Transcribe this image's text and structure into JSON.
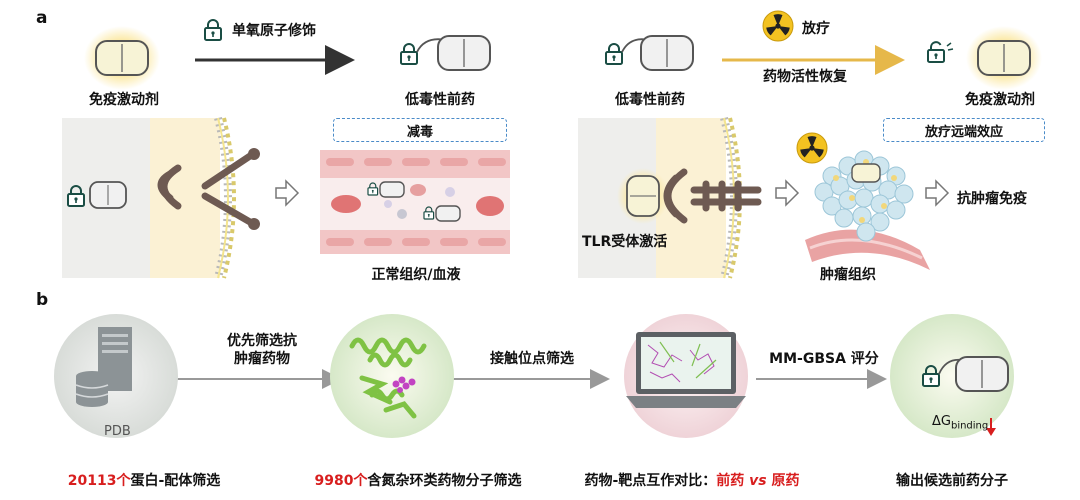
{
  "panels": {
    "a": "a",
    "b": "b"
  },
  "panel_a": {
    "agonist_label_left": "免疫激动剂",
    "step1_label": "单氧原子修饰",
    "prodrug_label_left": "低毒性前药",
    "prodrug_label_right": "低毒性前药",
    "step2_label_top": "放疗",
    "step2_label_bottom": "药物活性恢复",
    "agonist_label_right": "免疫激动剂",
    "box_detox": "减毒",
    "tissue_label": "正常组织/血液",
    "box_abscopal": "放疗远端效应",
    "tlr_label": "TLR受体激活",
    "tumor_label": "肿瘤组织",
    "immune_label": "抗肿瘤免疫"
  },
  "panel_b": {
    "pdb_label": "PDB",
    "arrow1_label_line1": "优先筛选抗",
    "arrow1_label_line2": "肿瘤药物",
    "arrow2_label": "接触位点筛选",
    "arrow3_label": "MM-GBSA 评分",
    "delta_g": "ΔG",
    "delta_g_sub": "binding",
    "caption1_num": "20113个",
    "caption1_text": "蛋白-配体筛选",
    "caption2_num": "9980个",
    "caption2_text": "含氮杂环类药物分子筛选",
    "caption3_text": "药物-靶点互作对比：",
    "caption3_pro": "前药",
    "caption3_vs": " vs ",
    "caption3_orig": "原药",
    "caption4_text": "输出候选前药分子"
  },
  "colors": {
    "accent_red": "#d81e1e",
    "dashed_blue": "#4a8bc8",
    "arrow_gold": "#e6b84a"
  }
}
